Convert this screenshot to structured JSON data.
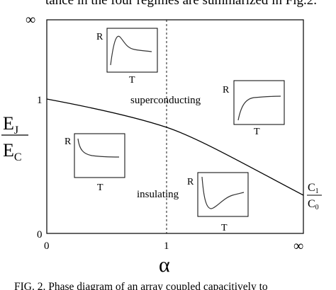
{
  "header_text": "tance in the four regimes are summarized in Fig.2.",
  "caption": "FIG. 2. Phase diagram of an array coupled capacitively to",
  "y_axis": {
    "label_num": "E",
    "label_num_sub": "J",
    "label_den": "E",
    "label_den_sub": "C",
    "tick_top": "∞",
    "tick_one": "1",
    "tick_zero": "0"
  },
  "x_axis": {
    "label": "α",
    "tick_zero": "0",
    "tick_one": "1",
    "tick_inf": "∞"
  },
  "right_label": {
    "num": "C",
    "num_sub": "1",
    "den": "C",
    "den_sub": "0"
  },
  "regions": {
    "superconducting": "superconducting",
    "insulating": "insulating"
  },
  "insets": {
    "r_label": "R",
    "t_label": "T"
  },
  "colors": {
    "ink": "#000000",
    "inset_curve": "#333333",
    "background": "#ffffff"
  }
}
